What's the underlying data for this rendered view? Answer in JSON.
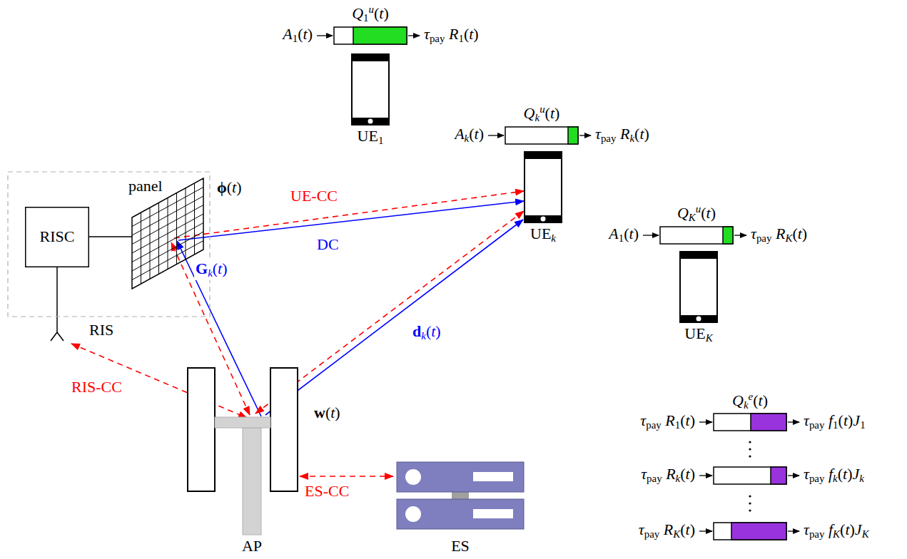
{
  "diagram": {
    "nodes": [
      {
        "text": [
          "Q1u(t)"
        ]
      },
      {
        "text": [
          "UE1"
        ]
      },
      {
        "text": [
          "Qku(t)"
        ]
      },
      {
        "text": [
          "UEk"
        ]
      },
      {
        "text": [
          "RIS"
        ]
      },
      {
        "text": [
          "RISC"
        ],
        "in": 4
      },
      {
        "text": [
          "panel"
        ],
        "in": 4
      },
      {
        "text": [
          "QKu(t)"
        ]
      },
      {
        "text": [
          "UEK"
        ]
      },
      {
        "text": [
          "AP"
        ]
      },
      {
        "text": [
          "ES"
        ]
      },
      {
        "text": [
          "Qke(t)"
        ]
      }
    ],
    "edges": [
      {
        "from": 9,
        "to": 6,
        "arrow": "both"
      },
      {
        "from": 9,
        "to": 6,
        "arrow": "to",
        "label": "Gk(t)"
      },
      {
        "from": 6,
        "to": 3,
        "arrow": "to",
        "label": "UE-CC"
      },
      {
        "from": 6,
        "to": 3,
        "arrow": "to",
        "label": "DC"
      },
      {
        "from": 9,
        "to": 3,
        "arrow": "both"
      },
      {
        "from": 9,
        "to": 3,
        "arrow": "to",
        "label": "dk(t)"
      },
      {
        "from": 5,
        "to": 9,
        "arrow": "both",
        "label": "RIS-CC"
      },
      {
        "from": 9,
        "to": 10,
        "arrow": "both",
        "label": "ES-CC"
      },
      {
        "from": 5,
        "to": 6,
        "arrow": "none"
      }
    ],
    "labels": [
      "ϕ(t)",
      "w(t)",
      "A1(t)",
      "τpay R1(t)",
      "Ak(t)",
      "τpay Rk(t)",
      "A1(t)",
      "τpay RK(t)",
      "τpay R1(t)",
      "τpay f1(t)J1",
      "τpay Rk(t)",
      "τpay fk(t)Jk",
      "τpay RK(t)",
      "τpay fK(t)JK"
    ]
  }
}
